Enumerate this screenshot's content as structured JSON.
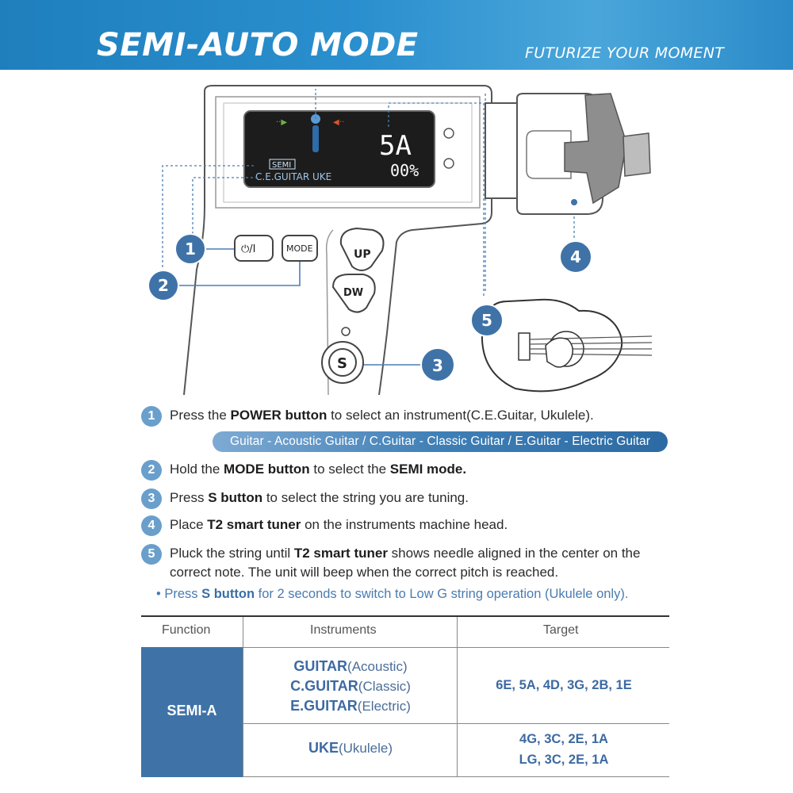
{
  "header": {
    "title": "SEMI-AUTO MODE",
    "slogan": "FUTURIZE YOUR MOMENT"
  },
  "device": {
    "display": {
      "note": "5A",
      "percent": "00%",
      "mode_label": "SEMI",
      "instrument_label": "C.E.GUITAR UKE"
    },
    "buttons": {
      "power": "⏻/I",
      "mode": "MODE",
      "up": "UP",
      "down": "DW",
      "s": "S"
    },
    "callouts": [
      "1",
      "2",
      "3",
      "4",
      "5"
    ]
  },
  "steps": [
    {
      "num": "1",
      "pre": "Press the ",
      "bold": "POWER button",
      "post": " to select an instrument(C.E.Guitar, Ukulele)."
    },
    {
      "num": "2",
      "pre": "Hold the ",
      "bold": "MODE button",
      "mid": " to select the ",
      "bold2": "SEMI mode.",
      "post": ""
    },
    {
      "num": "3",
      "pre": "Press ",
      "bold": "S button",
      "post": " to select the string you are tuning."
    },
    {
      "num": "4",
      "pre": "Place ",
      "bold": "T2 smart tuner",
      "post": " on the instruments machine head."
    },
    {
      "num": "5",
      "pre": "Pluck the string until ",
      "bold": "T2 smart tuner",
      "post": " shows needle aligned in the center on the",
      "line2": "correct note. The unit will beep when the correct pitch is reached."
    }
  ],
  "instrument_banner": "Guitar - Acoustic Guitar / C.Guitar - Classic Guitar / E.Guitar - Electric Guitar",
  "note": {
    "pre": "• Press ",
    "bold": "S button",
    "post": " for 2 seconds to switch to Low G string operation (Ukulele only)."
  },
  "table": {
    "headers": [
      "Function",
      "Instruments",
      "Target"
    ],
    "function": "SEMI-A",
    "rows": [
      {
        "instruments": [
          {
            "bold": "GUITAR",
            "rest": "(Acoustic)"
          },
          {
            "bold": "C.GUITAR",
            "rest": "(Classic)"
          },
          {
            "bold": "E.GUITAR",
            "rest": "(Electric)"
          }
        ],
        "targets": [
          "6E, 5A, 4D, 3G, 2B, 1E"
        ]
      },
      {
        "instruments": [
          {
            "bold": "UKE",
            "rest": "(Ukulele)"
          }
        ],
        "targets": [
          "4G, 3C, 2E, 1A",
          "LG, 3C, 2E, 1A"
        ]
      }
    ]
  },
  "colors": {
    "brand_blue": "#2a8fce",
    "callout_blue": "#3f73a8",
    "step_blue": "#6a9fcc"
  }
}
